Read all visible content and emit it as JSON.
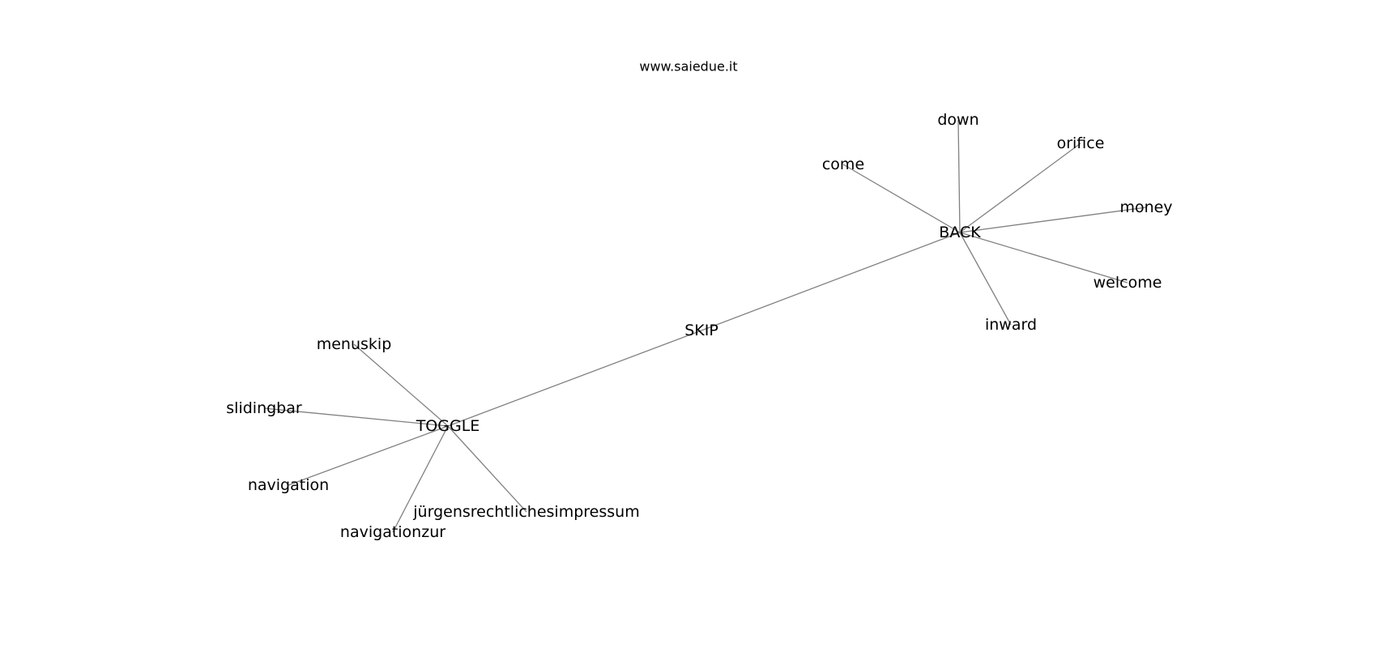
{
  "page": {
    "title": "www.saiedue.it"
  },
  "colors": {
    "edge": "#808080",
    "label": "#000000",
    "background": "#ffffff"
  },
  "nodes": [
    {
      "id": "SKIP",
      "label": "SKIP"
    },
    {
      "id": "BACK",
      "label": "BACK"
    },
    {
      "id": "TOGGLE",
      "label": "TOGGLE"
    },
    {
      "id": "down",
      "label": "down"
    },
    {
      "id": "orifice",
      "label": "orifice"
    },
    {
      "id": "come",
      "label": "come"
    },
    {
      "id": "money",
      "label": "money"
    },
    {
      "id": "welcome",
      "label": "welcome"
    },
    {
      "id": "inward",
      "label": "inward"
    },
    {
      "id": "menuskip",
      "label": "menuskip"
    },
    {
      "id": "slidingbar",
      "label": "slidingbar"
    },
    {
      "id": "navigation",
      "label": "navigation"
    },
    {
      "id": "navigationzur",
      "label": "navigationzur"
    },
    {
      "id": "jurgens",
      "label": "jürgensrechtlichesimpressum"
    }
  ],
  "edges": [
    [
      "SKIP",
      "BACK"
    ],
    [
      "SKIP",
      "TOGGLE"
    ],
    [
      "BACK",
      "down"
    ],
    [
      "BACK",
      "orifice"
    ],
    [
      "BACK",
      "come"
    ],
    [
      "BACK",
      "money"
    ],
    [
      "BACK",
      "welcome"
    ],
    [
      "BACK",
      "inward"
    ],
    [
      "TOGGLE",
      "menuskip"
    ],
    [
      "TOGGLE",
      "slidingbar"
    ],
    [
      "TOGGLE",
      "navigation"
    ],
    [
      "TOGGLE",
      "navigationzur"
    ],
    [
      "TOGGLE",
      "jurgens"
    ]
  ]
}
